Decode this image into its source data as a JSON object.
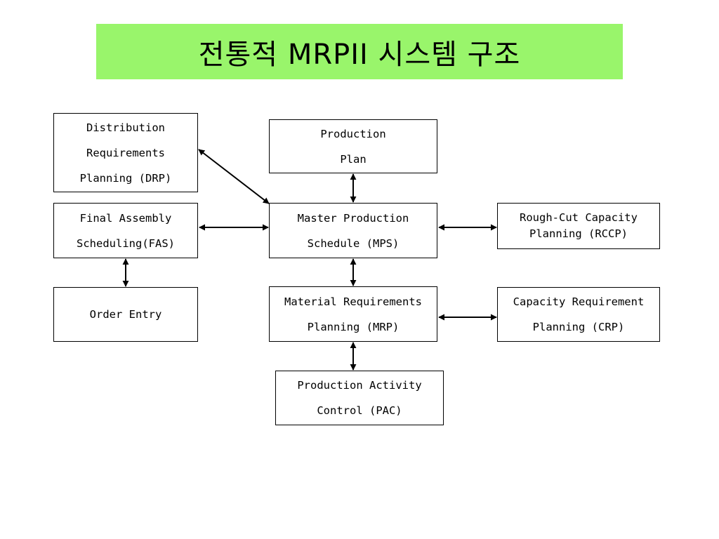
{
  "title": "전통적 MRPII 시스템 구조",
  "boxes": {
    "drp": [
      "Distribution",
      "Requirements",
      "Planning (DRP)"
    ],
    "production_plan": [
      "Production",
      "Plan"
    ],
    "fas": [
      "Final Assembly",
      "Scheduling(FAS)"
    ],
    "mps": [
      "Master Production",
      "Schedule (MPS)"
    ],
    "rccp": [
      "Rough-Cut Capacity",
      "Planning (RCCP)"
    ],
    "order_entry": [
      "Order Entry"
    ],
    "mrp": [
      "Material Requirements",
      "Planning (MRP)"
    ],
    "crp": [
      "Capacity Requirement",
      "Planning (CRP)"
    ],
    "pac": [
      "Production Activity",
      "Control (PAC)"
    ]
  },
  "colors": {
    "title_background": "#99f56b",
    "box_border": "#000000",
    "arrow": "#000000"
  },
  "connections": [
    {
      "from": "drp",
      "to": "mps",
      "type": "bidirectional-arrow"
    },
    {
      "from": "production_plan",
      "to": "mps",
      "type": "bidirectional-arrow"
    },
    {
      "from": "fas",
      "to": "mps",
      "type": "bidirectional-arrow"
    },
    {
      "from": "mps",
      "to": "rccp",
      "type": "bidirectional-arrow"
    },
    {
      "from": "fas",
      "to": "order_entry",
      "type": "bidirectional-arrow"
    },
    {
      "from": "mps",
      "to": "mrp",
      "type": "bidirectional-arrow"
    },
    {
      "from": "mrp",
      "to": "crp",
      "type": "bidirectional-arrow"
    },
    {
      "from": "mrp",
      "to": "pac",
      "type": "bidirectional-arrow"
    }
  ]
}
